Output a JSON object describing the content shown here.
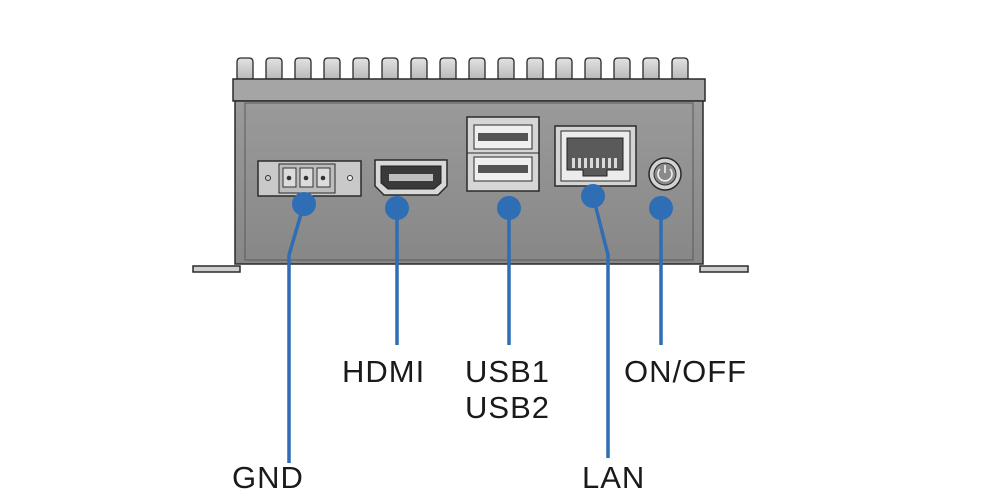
{
  "colors": {
    "accent": "#2f6db5",
    "panel": "#8f8f8f",
    "outline": "#2a2a2a",
    "background": "#ffffff"
  },
  "labels": {
    "gnd": "GND",
    "hdmi": "HDMI",
    "usb1": "USB1",
    "usb2": "USB2",
    "on_off": "ON/OFF",
    "lan": "LAN"
  }
}
